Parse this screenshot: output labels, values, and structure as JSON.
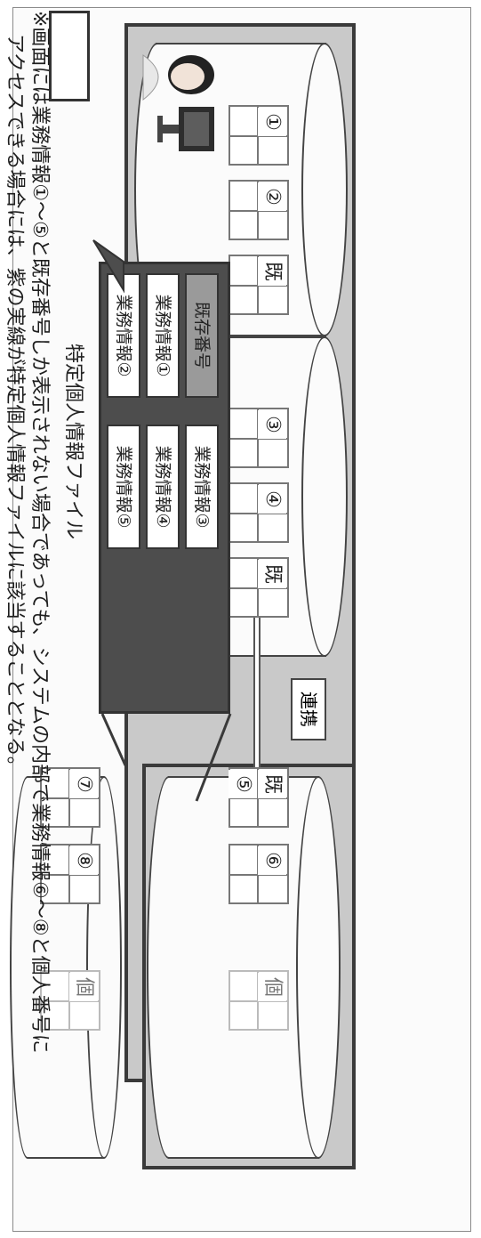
{
  "diagram": {
    "tables": {
      "t1": "①",
      "t2": "②",
      "t3": "既",
      "t4": "③",
      "t5": "④",
      "t6": "既",
      "t7": "既",
      "t7b": "⑤",
      "t8": "⑥",
      "t9": "個",
      "t10": "⑦",
      "t11": "⑧",
      "t12": "個"
    },
    "link_label": "連携",
    "file_caption": "特定個人情報ファイル",
    "popup_items": {
      "p1": "既存番号",
      "p2": "業務情報①",
      "p3": "業務情報②",
      "p4": "業務情報③",
      "p5": "業務情報④",
      "p6": "業務情報⑤"
    },
    "note_line1": "※画面には業務情報①～⑤と既存番号しか表示されない場合であっても、システムの内部で業務情報⑥～⑧と個人番号に",
    "note_line2": "アクセスできる場合には、紫の実線が特定個人情報ファイルに該当することとなる。"
  }
}
